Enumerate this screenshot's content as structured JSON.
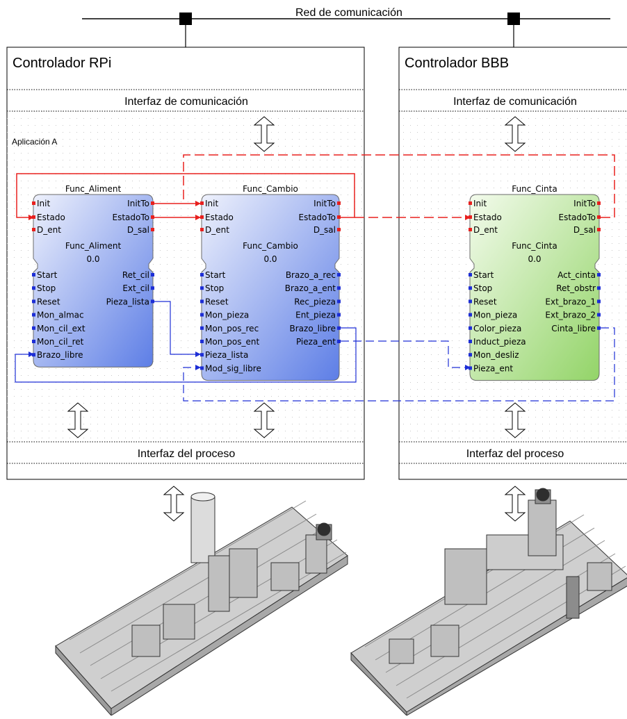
{
  "network": {
    "label": "Red de comunicación"
  },
  "controllers": [
    {
      "title": "Controlador RPi",
      "comm_interface": "Interfaz de comunicación",
      "process_interface": "Interfaz del proceso",
      "app_label": "Aplicación A"
    },
    {
      "title": "Controlador BBB",
      "comm_interface": "Interfaz de comunicación",
      "process_interface": "Interfaz del proceso"
    }
  ],
  "blocks": [
    {
      "type_name": "Func_Aliment",
      "instance_name": "Func_Aliment",
      "version": "0.0",
      "event_inputs": [
        "Init",
        "Estado",
        "D_ent"
      ],
      "event_outputs": [
        "InitTo",
        "EstadoTo",
        "D_sal"
      ],
      "data_inputs": [
        "Start",
        "Stop",
        "Reset",
        "Mon_almac",
        "Mon_cil_ext",
        "Mon_cil_ret",
        "Brazo_libre"
      ],
      "data_outputs": [
        "Ret_cil",
        "Ext_cil",
        "Pieza_lista"
      ]
    },
    {
      "type_name": "Func_Cambio",
      "instance_name": "Func_Cambio",
      "version": "0.0",
      "event_inputs": [
        "Init",
        "Estado",
        "D_ent"
      ],
      "event_outputs": [
        "InitTo",
        "EstadoTo",
        "D_sal"
      ],
      "data_inputs": [
        "Start",
        "Stop",
        "Reset",
        "Mon_pieza",
        "Mon_pos_rec",
        "Mon_pos_ent",
        "Pieza_lista",
        "Mod_sig_libre"
      ],
      "data_outputs": [
        "Brazo_a_rec",
        "Brazo_a_ent",
        "Rec_pieza",
        "Ent_pieza",
        "Brazo_libre",
        "Pieza_ent"
      ]
    },
    {
      "type_name": "Func_Cinta",
      "instance_name": "Func_Cinta",
      "version": "0.0",
      "event_inputs": [
        "Init",
        "Estado",
        "D_ent"
      ],
      "event_outputs": [
        "InitTo",
        "EstadoTo",
        "D_sal"
      ],
      "data_inputs": [
        "Start",
        "Stop",
        "Reset",
        "Mon_pieza",
        "Color_pieza",
        "Induct_pieza",
        "Mon_desliz",
        "Pieza_ent"
      ],
      "data_outputs": [
        "Act_cinta",
        "Ret_obstr",
        "Ext_brazo_1",
        "Ext_brazo_2",
        "Cinta_libre"
      ]
    }
  ],
  "colors": {
    "event_connection": "#e8201e",
    "data_connection": "#1d2ed6",
    "block_blue_top": "#eef1fc",
    "block_blue_bottom": "#5d7ee6",
    "block_green_top": "#f3fbec",
    "block_green_bottom": "#93d468",
    "block_border": "#6b6b6b"
  }
}
